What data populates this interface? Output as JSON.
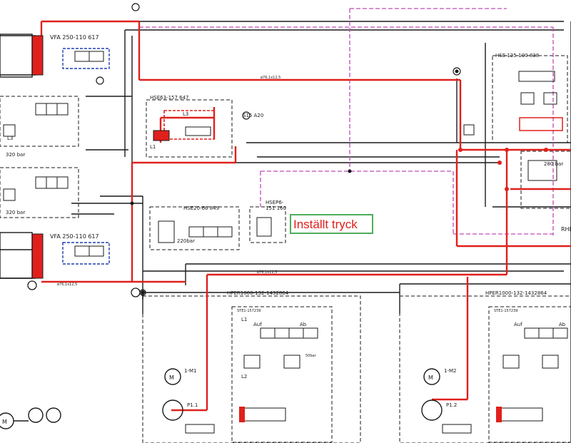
{
  "colors": {
    "pressure_line": "#e0201c",
    "drawing_ink": "#1a1a1a",
    "pilot_line_blue": "#1f3fb0",
    "boundary_magenta": "#c04ab8",
    "callout_box": "#3aa64a"
  },
  "callout": {
    "text": "Inställt tryck"
  },
  "labels": {
    "vfa_top": "VFA 250-110 617",
    "vfa_bottom": "VFA 250-110 617",
    "hse63": "HSE63-157 647",
    "hse20": "HSE20-66 849",
    "hsep6": "HSEP6-",
    "hsep6_num": "151 160",
    "hse125": "HSE 125-100 838",
    "hper_left": "HPER1000-132-1432864",
    "hper_right": "HPER1000-132-1432864",
    "ste_left": "STE1-157239",
    "ste_right": "STE1-157239",
    "motor_left": "1-M1",
    "motor_right": "1-M2",
    "pump_left": "P1.1",
    "pump_right": "P1.2",
    "s15": "S15 A20",
    "rhd": "RHD",
    "auf_left": "Auf",
    "ab_left": "Ab",
    "auf_right": "Auf",
    "ab_right": "Ab",
    "bar320a": "320 bar",
    "bar320b": "320 bar",
    "bar220": "220bar",
    "bar280": "280 bar",
    "bar50": "50bar",
    "l1": "L1",
    "l2": "L2",
    "l3": "L3",
    "m": "M",
    "pipe_76": "ø76,1x12,5"
  },
  "icons": [
    "motor-icon",
    "pump-icon",
    "solenoid-valve-icon",
    "check-valve-icon",
    "pressure-gauge-icon"
  ]
}
